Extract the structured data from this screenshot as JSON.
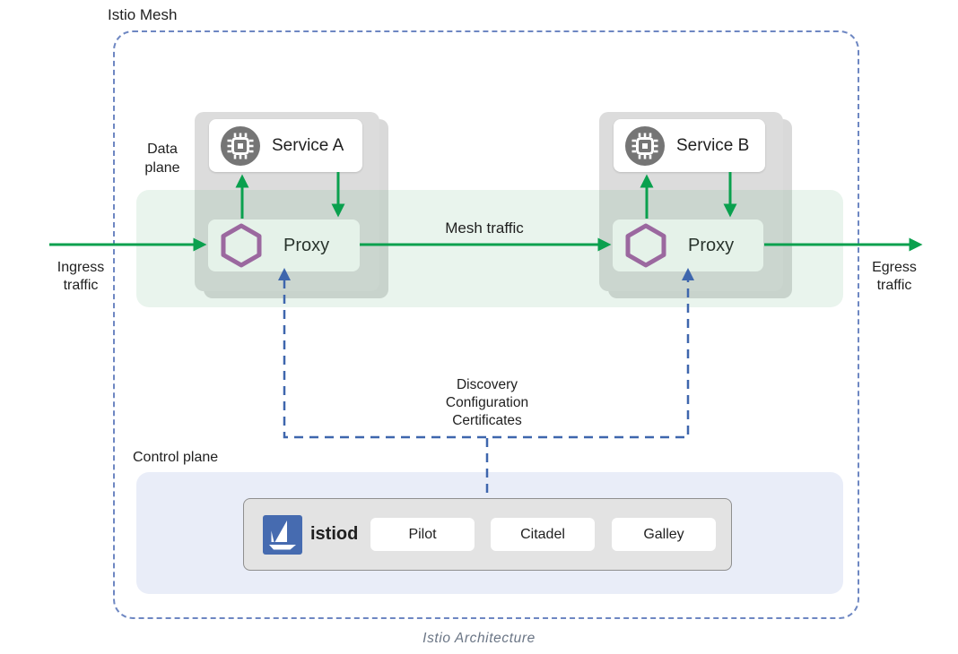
{
  "colors": {
    "green": "#0aa04e",
    "blue": "#3e66ad",
    "border_blue": "#6e87c2",
    "purple": "#a55ca5",
    "istio_blue": "#466bb0",
    "icon_gray": "#757575",
    "container_gray": "#dcdcdc",
    "istiod_box_bg": "#e3e3e3",
    "control_plane_bg": "#e9edf8",
    "mesh_band_tint": "rgba(96,178,124,0.14)"
  },
  "icons": {
    "service_icon": "microchip-icon",
    "proxy_icon": "envoy-hexagon-icon",
    "istiod_icon": "istio-sailboat-logo"
  },
  "mesh": {
    "title": "Istio Mesh",
    "data_plane_label": "Data plane",
    "control_plane_label": "Control plane",
    "mesh_traffic_label": "Mesh traffic",
    "ingress_lines": [
      "Ingress",
      "traffic"
    ],
    "egress_lines": [
      "Egress",
      "traffic"
    ],
    "control_flow_lines": [
      "Discovery",
      "Configuration",
      "Certificates"
    ],
    "workloads": [
      {
        "service": "Service A",
        "proxy": "Proxy"
      },
      {
        "service": "Service B",
        "proxy": "Proxy"
      }
    ],
    "istiod": {
      "label": "istiod",
      "components": [
        {
          "label": "Pilot"
        },
        {
          "label": "Citadel"
        },
        {
          "label": "Galley"
        }
      ]
    }
  },
  "caption": "Istio Architecture"
}
